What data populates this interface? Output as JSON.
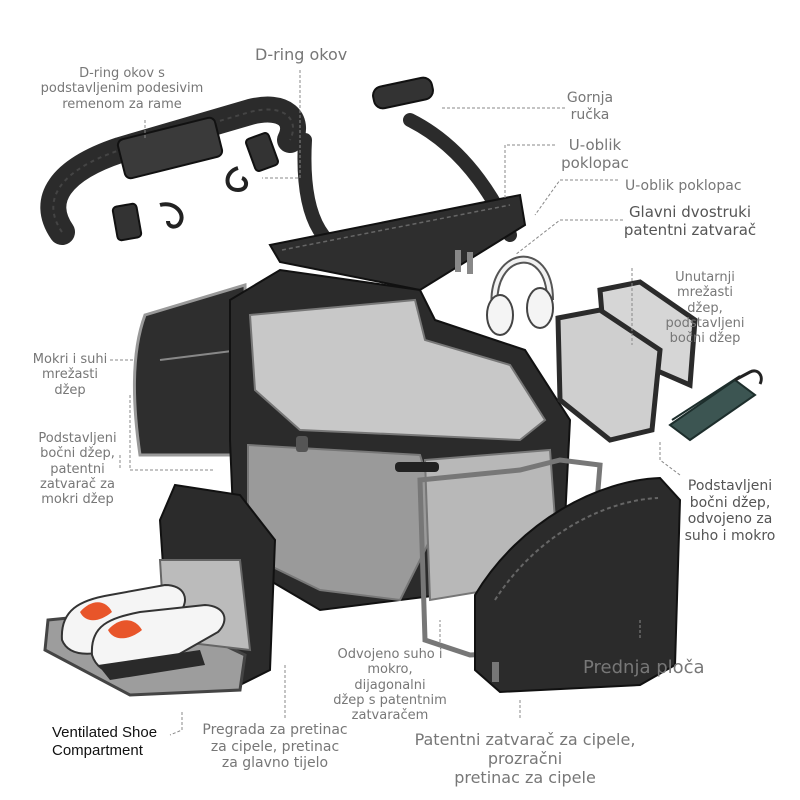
{
  "labels": {
    "d_ring_top": "D-ring okov",
    "d_ring_strap": "D-ring okov s\npodstavljenim podesivim\nremenom za rame",
    "top_handle": "Gornja\nručka",
    "u_lid_1": "U-oblik\npoklopac",
    "u_lid_2": "U-oblik poklopac",
    "main_zipper": "Glavni dvostruki\npatentni zatvarač",
    "inner_mesh": "Unutarnji\nmrežasti\ndžep,\npodstavljeni\nbočni džep",
    "wet_dry_mesh": "Mokri i suhi\nmrežasti\ndžep",
    "padded_side_left": "Podstavljeni\nbočni džep,\npatentni\nzatvarač za\nmokri džep",
    "padded_side_right": "Podstavljeni\nbočni džep,\nodvojeno za\nsuho i mokro",
    "wet_dry_diagonal": "Odvojeno suho i\nmokro, dijagonalni\ndžep s patentnim\nzatvaračem",
    "front_panel": "Prednja ploča",
    "shoe_compartment": "Ventilated Shoe\nCompartment",
    "divider": "Pregrada za pretinac\nza cipele, pretinac\nza glavno tijelo",
    "shoe_zipper": "Patentni zatvarač za cipele, prozračni\npretinac za cipele"
  },
  "colors": {
    "bag_body": "#2b2b2b",
    "lining": "#c8c8c8",
    "leader_line": "#777777",
    "shoe_accent": "#e8552a"
  }
}
